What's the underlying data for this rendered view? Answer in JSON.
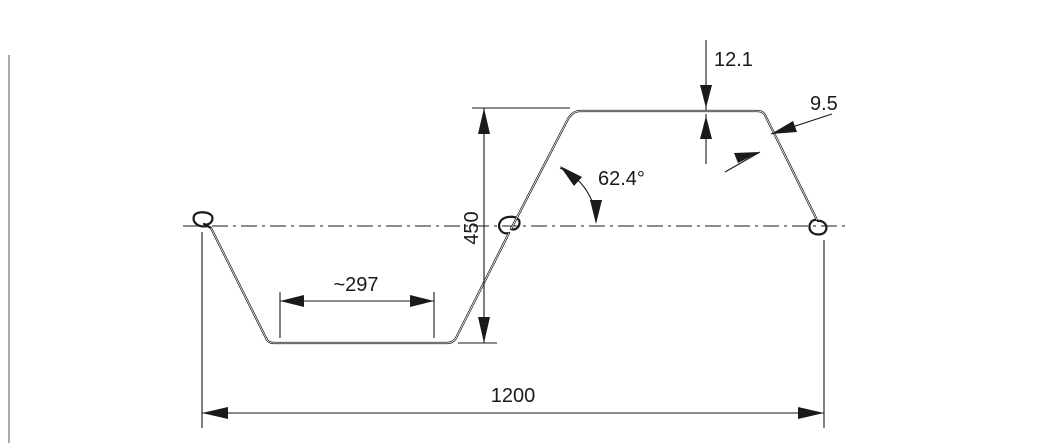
{
  "diagram": {
    "section": "sheet-pile-profile",
    "dimensions": {
      "width_label": "1200",
      "height_label": "450",
      "flange_label": "~297",
      "angle_label": "62.4°",
      "flange_thickness_label": "12.1",
      "web_thickness_label": "9.5"
    },
    "colors": {
      "line": "#1a1a1a",
      "background": "#ffffff"
    }
  }
}
